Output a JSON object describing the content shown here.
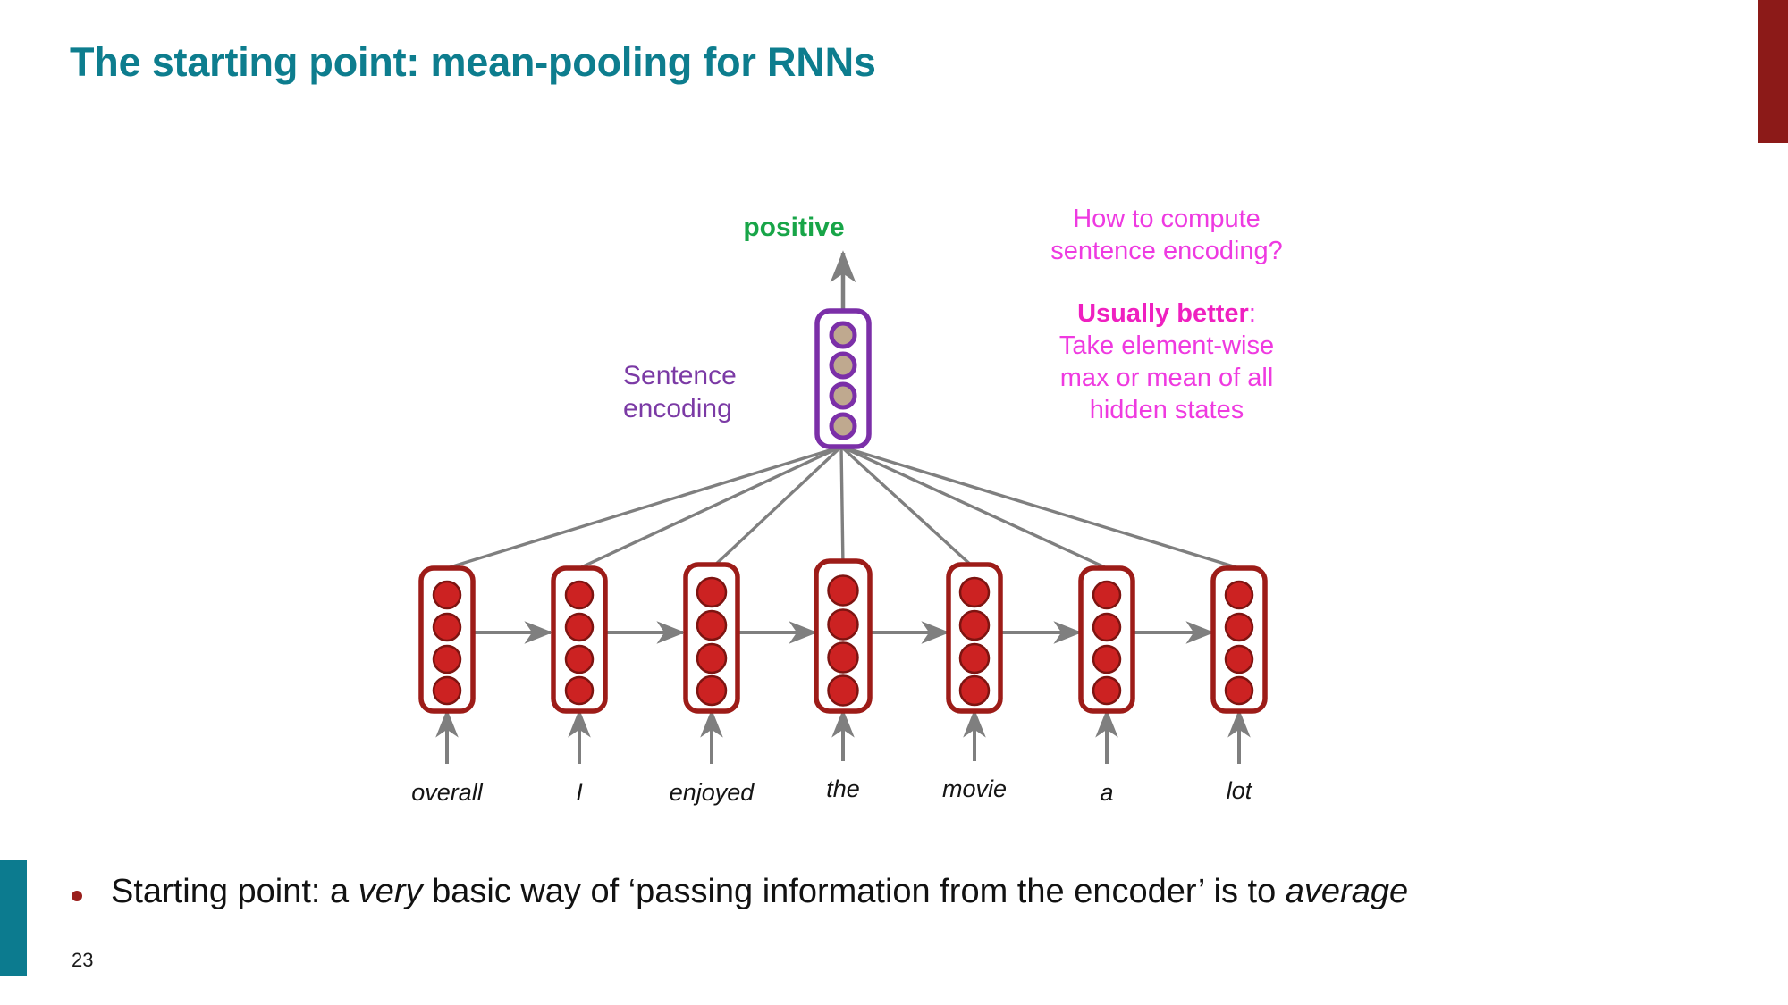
{
  "slide": {
    "title": "The starting point: mean-pooling for RNNs",
    "page_number": "23",
    "accent_teal": "#0d7d8e",
    "accent_darkred": "#8c1a18"
  },
  "diagram": {
    "output_label": "positive",
    "output_label_color": "#18a548",
    "sentence_encoding_label_line1": "Sentence",
    "sentence_encoding_label_line2": "encoding",
    "sentence_encoding_color": "#7b3aa5",
    "sentence_box": {
      "border_color": "#7b2fa8",
      "node_fill": "#bfa98f",
      "node_count": 4
    },
    "hidden_box": {
      "border_color": "#9d1c18",
      "node_fill": "#cc2222",
      "node_stroke": "#7d1411",
      "node_count": 4
    },
    "arrow_color": "#7f7f7f",
    "words": [
      "overall",
      "I",
      "enjoyed",
      "the",
      "movie",
      "a",
      "lot"
    ]
  },
  "note": {
    "question": "How to compute sentence encoding?",
    "question_line1": "How to compute",
    "question_line2": "sentence encoding?",
    "emphasis": "Usually better",
    "emphasis_suffix": ":",
    "body_line1": "Take element-wise",
    "body_line2": "max or mean of all",
    "body_line3": "hidden states",
    "color": "#ef3ae0",
    "emphasis_color": "#ef20c0"
  },
  "bullet": {
    "text_part1": "Starting point: a ",
    "italic1": "very",
    "text_part2": " basic way of ‘passing information from the encoder’ is to ",
    "italic2": "average",
    "bullet_color": "#9a1f1c"
  }
}
